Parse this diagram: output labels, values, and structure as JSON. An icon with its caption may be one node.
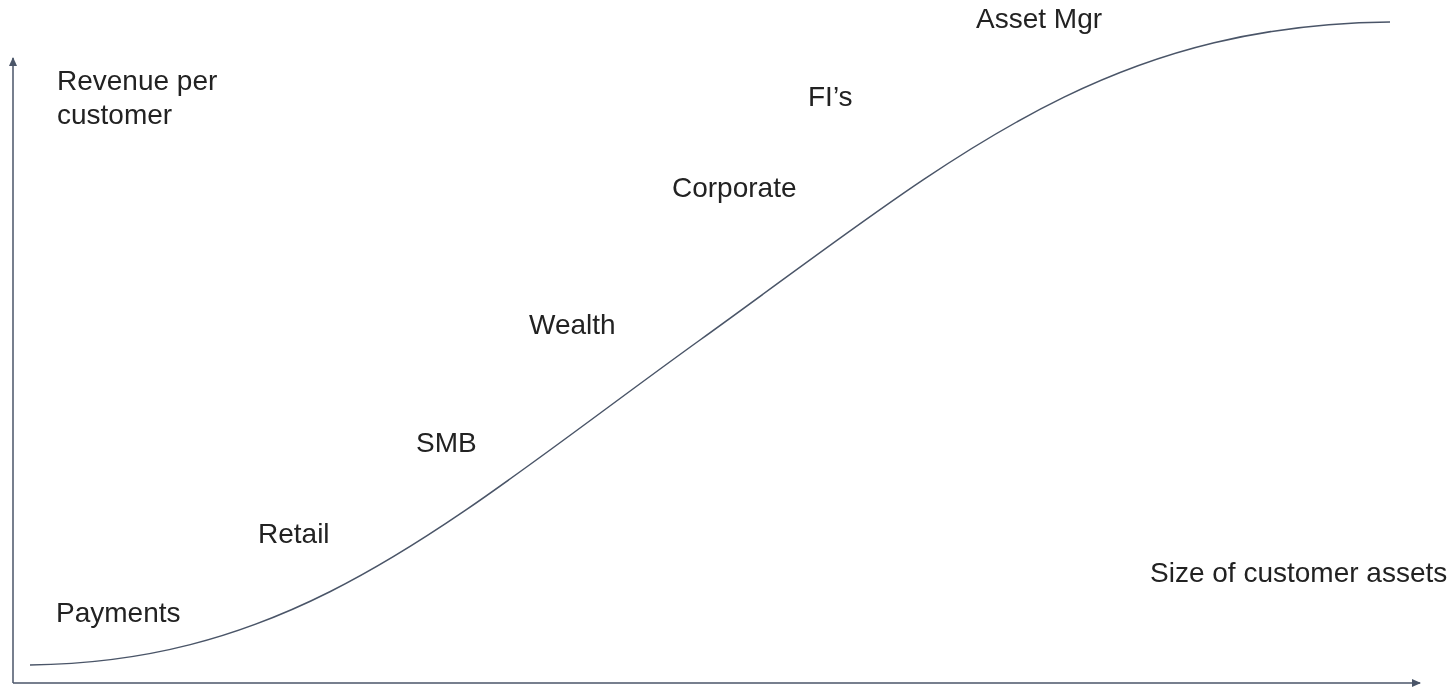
{
  "diagram": {
    "labels": [
      "Asset Mgr",
      "Revenue per customer",
      "FI’s",
      "Corporate",
      "Wealth",
      "SMB",
      "Retail",
      "Size of customer assets",
      "Payments"
    ]
  }
}
